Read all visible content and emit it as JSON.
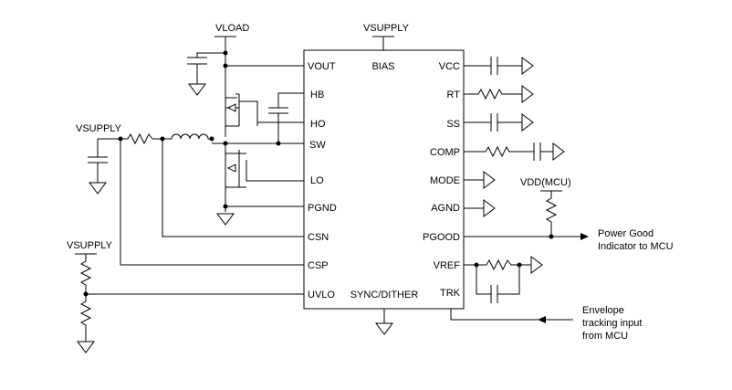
{
  "ic": {
    "pins_left": [
      "VOUT",
      "HB",
      "HO",
      "SW",
      "LO",
      "PGND",
      "CSN",
      "CSP",
      "UVLO"
    ],
    "pins_right": [
      "VCC",
      "RT",
      "SS",
      "COMP",
      "MODE",
      "AGND",
      "PGOOD",
      "VREF",
      "TRK"
    ],
    "pin_top": "BIAS",
    "pin_bottom": "SYNC/DITHER"
  },
  "rails": {
    "supply_top": {
      "main": "V",
      "sub": "SUPPLY"
    },
    "supply_left": {
      "main": "V",
      "sub": "SUPPLY"
    },
    "supply_uvlo": {
      "main": "V",
      "sub": "SUPPLY"
    },
    "load": {
      "main": "V",
      "sub": "LOAD"
    },
    "vdd_mcu": "VDD(MCU)"
  },
  "annotations": {
    "pgood": [
      "Power Good",
      "Indicator to MCU"
    ],
    "trk": [
      "Envelope",
      "tracking input",
      "from MCU"
    ]
  },
  "colors": {
    "stroke": "#000000",
    "background": "#ffffff"
  }
}
